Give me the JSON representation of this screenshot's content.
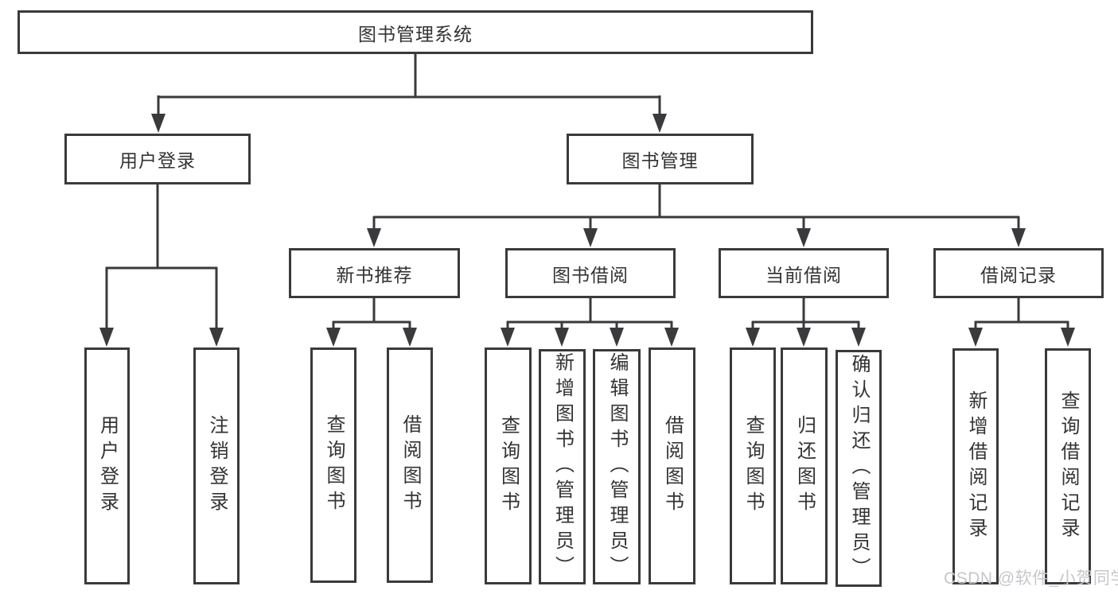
{
  "tree": {
    "label": "图书管理系统",
    "children": [
      {
        "label": "用户登录",
        "children": [
          {
            "label": "用户登录"
          },
          {
            "label": "注销登录"
          }
        ]
      },
      {
        "label": "图书管理",
        "children": [
          {
            "label": "新书推荐",
            "children": [
              {
                "label": "查询图书"
              },
              {
                "label": "借阅图书"
              }
            ]
          },
          {
            "label": "图书借阅",
            "children": [
              {
                "label": "查询图书"
              },
              {
                "label": "新增图书（管理员）"
              },
              {
                "label": "编辑图书（管理员）"
              },
              {
                "label": "借阅图书"
              }
            ]
          },
          {
            "label": "当前借阅",
            "children": [
              {
                "label": "查询图书"
              },
              {
                "label": "归还图书"
              },
              {
                "label": "确认归还（管理员）"
              }
            ]
          },
          {
            "label": "借阅记录",
            "children": [
              {
                "label": "新增借阅记录"
              },
              {
                "label": "查询借阅记录"
              }
            ]
          }
        ]
      }
    ]
  },
  "watermark": {
    "text": "CSDN @软件_小贺同学",
    "color": "#c5c7cb"
  },
  "colors": {
    "line": "#3a3a3c",
    "box_border": "#3a3a3c",
    "text": "#333333",
    "background": "#ffffff"
  }
}
